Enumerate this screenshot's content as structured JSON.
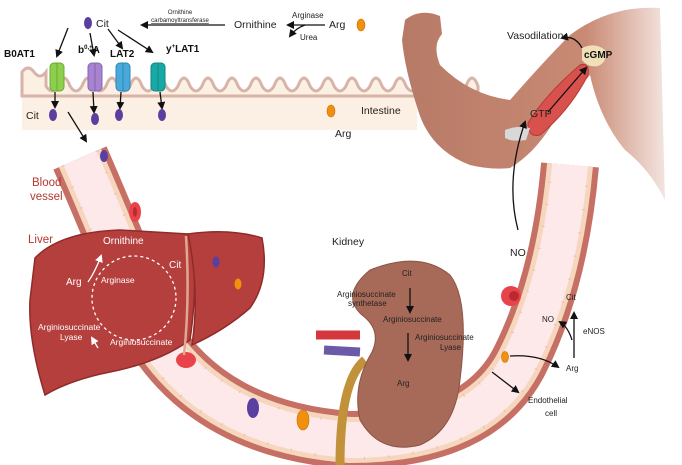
{
  "title": "Citrulline and arginine metabolism across intestine, liver, kidney and blood vessels",
  "colors": {
    "citrulline": "#5b3fa0",
    "arginine": "#f0900c",
    "vessel_wall": "#c66f65",
    "vessel_lumen": "#fde8ea",
    "endothelium": "#f6d6bd",
    "liver": "#b53f3d",
    "kidney": "#a86a58",
    "intestine_bg": "#fcefe3",
    "skin": "#c98a74",
    "muscle": "#d9514c",
    "red_cell": "#e8434a"
  },
  "intestine": {
    "label": "Intestine",
    "arg_label": "Arg",
    "cit_label": "Cit",
    "lumen_cit_label": "Cit",
    "lumen_arg_label": "Arg",
    "enzyme_otc": "Ornithine carbamoyltransferase",
    "enzyme_otc_line1": "Ornithine",
    "enzyme_otc_line2": "carbamoyltransferase",
    "ornithine_label": "Ornithine",
    "arginase_label": "Arginase",
    "urea_label": "Urea",
    "transporters": [
      {
        "name": "B0AT1",
        "color": "#8ccf4d"
      },
      {
        "name": "b0,+A",
        "color": "#a784d0"
      },
      {
        "name": "LAT2",
        "color": "#4aa9d8"
      },
      {
        "name": "y+LAT1",
        "color": "#17a9a5"
      }
    ],
    "b0A_main": "b",
    "b0A_sup": "0,+",
    "b0A_tail": "A",
    "ylat_main": "y",
    "ylat_sup": "+",
    "ylat_tail": "LAT1"
  },
  "blood_vessel": {
    "label_line1": "Blood",
    "label_line2": "vessel"
  },
  "liver": {
    "label": "Liver",
    "ornithine": "Ornithine",
    "arg": "Arg",
    "arginase": "Arginase",
    "cit": "Cit",
    "argininosuccinate": "Arginiosuccinate",
    "lyase_line1": "Arginiosuccinate",
    "lyase_line2": "Lyase"
  },
  "kidney": {
    "label": "Kidney",
    "cit": "Cit",
    "synthetase_line1": "Arginiosuccinate",
    "synthetase_line2": "synthetase",
    "argininosuccinate": "Arginiosuccinate",
    "lyase_line1": "Arginiosuccinate",
    "lyase_line2": "Lyase",
    "arg": "Arg"
  },
  "muscle": {
    "vasodilation": "Vasodilation",
    "cgmp": "cGMP",
    "gtp": "GTP",
    "no": "NO"
  },
  "endothelium": {
    "cit": "Cit",
    "no": "NO",
    "enos": "eNOS",
    "arg": "Arg",
    "cell_line1": "Endothelial",
    "cell_line2": "cell"
  }
}
